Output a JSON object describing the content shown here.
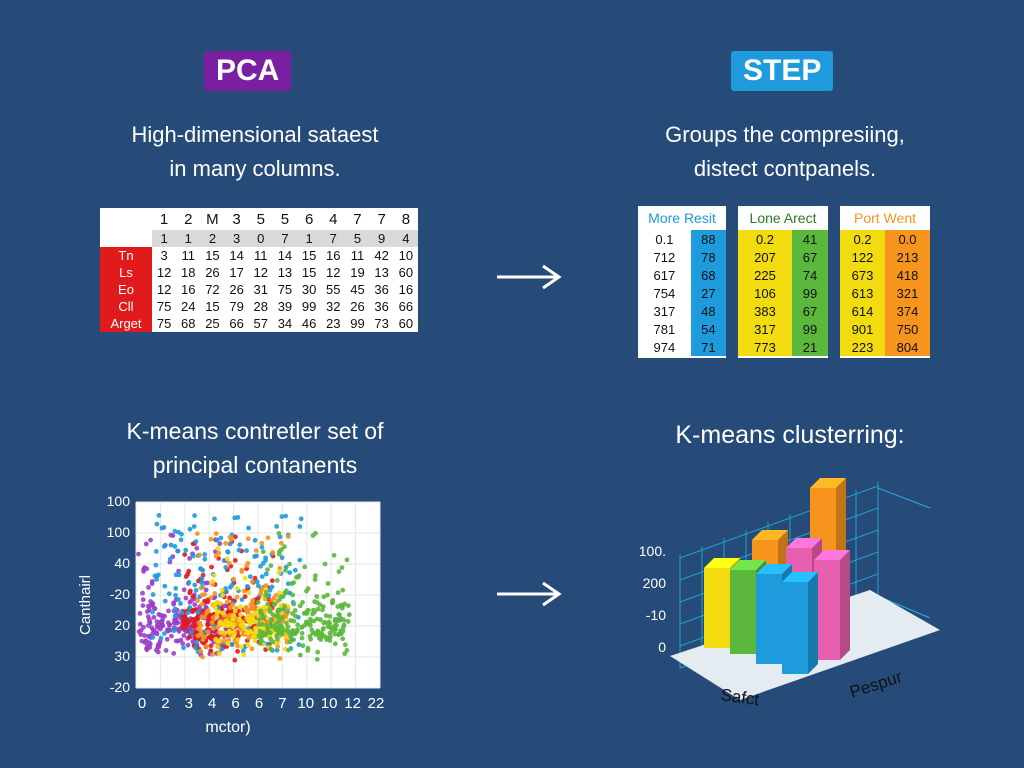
{
  "colors": {
    "background": "#274b78",
    "pca_badge": "#7b1fa2",
    "step_badge": "#1e9bdc",
    "red": "#e11b1b",
    "blue": "#1e9bdc",
    "yellow": "#f2dc0f",
    "green": "#5cb83c",
    "orange": "#f7941d",
    "pink": "#e85fb0"
  },
  "pca": {
    "badge": "PCA",
    "caption_line1": "High-dimensional sataest",
    "caption_line2": "in many columns.",
    "table": {
      "header": [
        "1",
        "2",
        "M",
        "3",
        "5",
        "5",
        "6",
        "4",
        "7",
        "7",
        "8"
      ],
      "subheader": [
        "1",
        "1",
        "2",
        "3",
        "0",
        "7",
        "1",
        "7",
        "5",
        "9",
        "4"
      ],
      "rows": [
        {
          "label": "Tn",
          "values": [
            "3",
            "11",
            "15",
            "14",
            "11",
            "14",
            "15",
            "16",
            "11",
            "42",
            "10"
          ]
        },
        {
          "label": "Ls",
          "values": [
            "12",
            "18",
            "26",
            "17",
            "12",
            "13",
            "15",
            "12",
            "19",
            "13",
            "60"
          ]
        },
        {
          "label": "Eo",
          "values": [
            "12",
            "16",
            "72",
            "26",
            "31",
            "75",
            "30",
            "55",
            "45",
            "36",
            "16"
          ]
        },
        {
          "label": "Cll",
          "values": [
            "75",
            "24",
            "15",
            "79",
            "28",
            "39",
            "99",
            "32",
            "26",
            "36",
            "66"
          ]
        },
        {
          "label": "Arget",
          "values": [
            "75",
            "68",
            "25",
            "66",
            "57",
            "34",
            "46",
            "23",
            "99",
            "73",
            "60"
          ]
        }
      ]
    }
  },
  "step": {
    "badge": "STEP",
    "caption_line1": "Groups the compresiing,",
    "caption_line2": "distect contpanels.",
    "groups": [
      {
        "title": "More Resit",
        "rows": [
          [
            "0.1",
            "88"
          ],
          [
            "712",
            "78"
          ],
          [
            "617",
            "68"
          ],
          [
            "754",
            "27"
          ],
          [
            "317",
            "48"
          ],
          [
            "781",
            "54"
          ],
          [
            "974",
            "71"
          ]
        ]
      },
      {
        "title": "Lone Arect",
        "rows": [
          [
            "0.2",
            "41"
          ],
          [
            "207",
            "67"
          ],
          [
            "225",
            "74"
          ],
          [
            "106",
            "99"
          ],
          [
            "383",
            "67"
          ],
          [
            "317",
            "99"
          ],
          [
            "773",
            "21"
          ]
        ]
      },
      {
        "title": "Port Went",
        "rows": [
          [
            "0.2",
            "0.0"
          ],
          [
            "122",
            "213"
          ],
          [
            "673",
            "418"
          ],
          [
            "613",
            "321"
          ],
          [
            "614",
            "374"
          ],
          [
            "901",
            "750"
          ],
          [
            "223",
            "804"
          ]
        ]
      }
    ]
  },
  "scatter": {
    "caption_line1": "K-means contretler set of",
    "caption_line2": "principal contanents",
    "ylabel": "Canthairl",
    "xlabel": "mctor)"
  },
  "clustering": {
    "caption": "K-means clusterring:",
    "ytick_labels": [
      "100.",
      "200",
      "-10",
      "0"
    ],
    "label_left": "Safct",
    "label_right": "Pespur"
  },
  "chart_data": [
    {
      "type": "scatter",
      "xlabel": "mctor)",
      "ylabel": "Canthairl",
      "x_tick_labels": [
        "0",
        "2",
        "3",
        "4",
        "6",
        "6",
        "7",
        "10",
        "10",
        "12",
        "22"
      ],
      "y_tick_labels": [
        "100",
        "100",
        "40",
        "-20",
        "20",
        "30",
        "-20"
      ],
      "series": [
        {
          "color": "#9b3fc9",
          "x_range": [
            0,
            6
          ],
          "y_center": 22,
          "count": 260
        },
        {
          "color": "#e11b1b",
          "x_range": [
            3,
            9
          ],
          "y_center": 22,
          "count": 220
        },
        {
          "color": "#1e9bdc",
          "x_range": [
            1,
            11
          ],
          "y_center": 40,
          "count": 160
        },
        {
          "color": "#f7941d",
          "x_range": [
            4,
            10
          ],
          "y_center": 22,
          "count": 180
        },
        {
          "color": "#f2dc0f",
          "x_range": [
            5,
            10
          ],
          "y_center": 22,
          "count": 120
        },
        {
          "color": "#5cb83c",
          "x_range": [
            8,
            14
          ],
          "y_center": 22,
          "count": 240
        }
      ]
    },
    {
      "type": "bar",
      "y_tick_labels": [
        "100.",
        "200",
        "-10",
        "0"
      ],
      "bars": [
        {
          "color": "#f2dc0f",
          "value": 0.55
        },
        {
          "color": "#5cb83c",
          "value": 0.55
        },
        {
          "color": "#f7941d",
          "value": 0.6
        },
        {
          "color": "#1e9bdc",
          "value": 0.55
        },
        {
          "color": "#e85fb0",
          "value": 0.65
        },
        {
          "color": "#1e9bdc",
          "value": 0.55
        },
        {
          "color": "#e85fb0",
          "value": 0.6
        },
        {
          "color": "#f7941d",
          "value": 0.92
        }
      ]
    }
  ]
}
